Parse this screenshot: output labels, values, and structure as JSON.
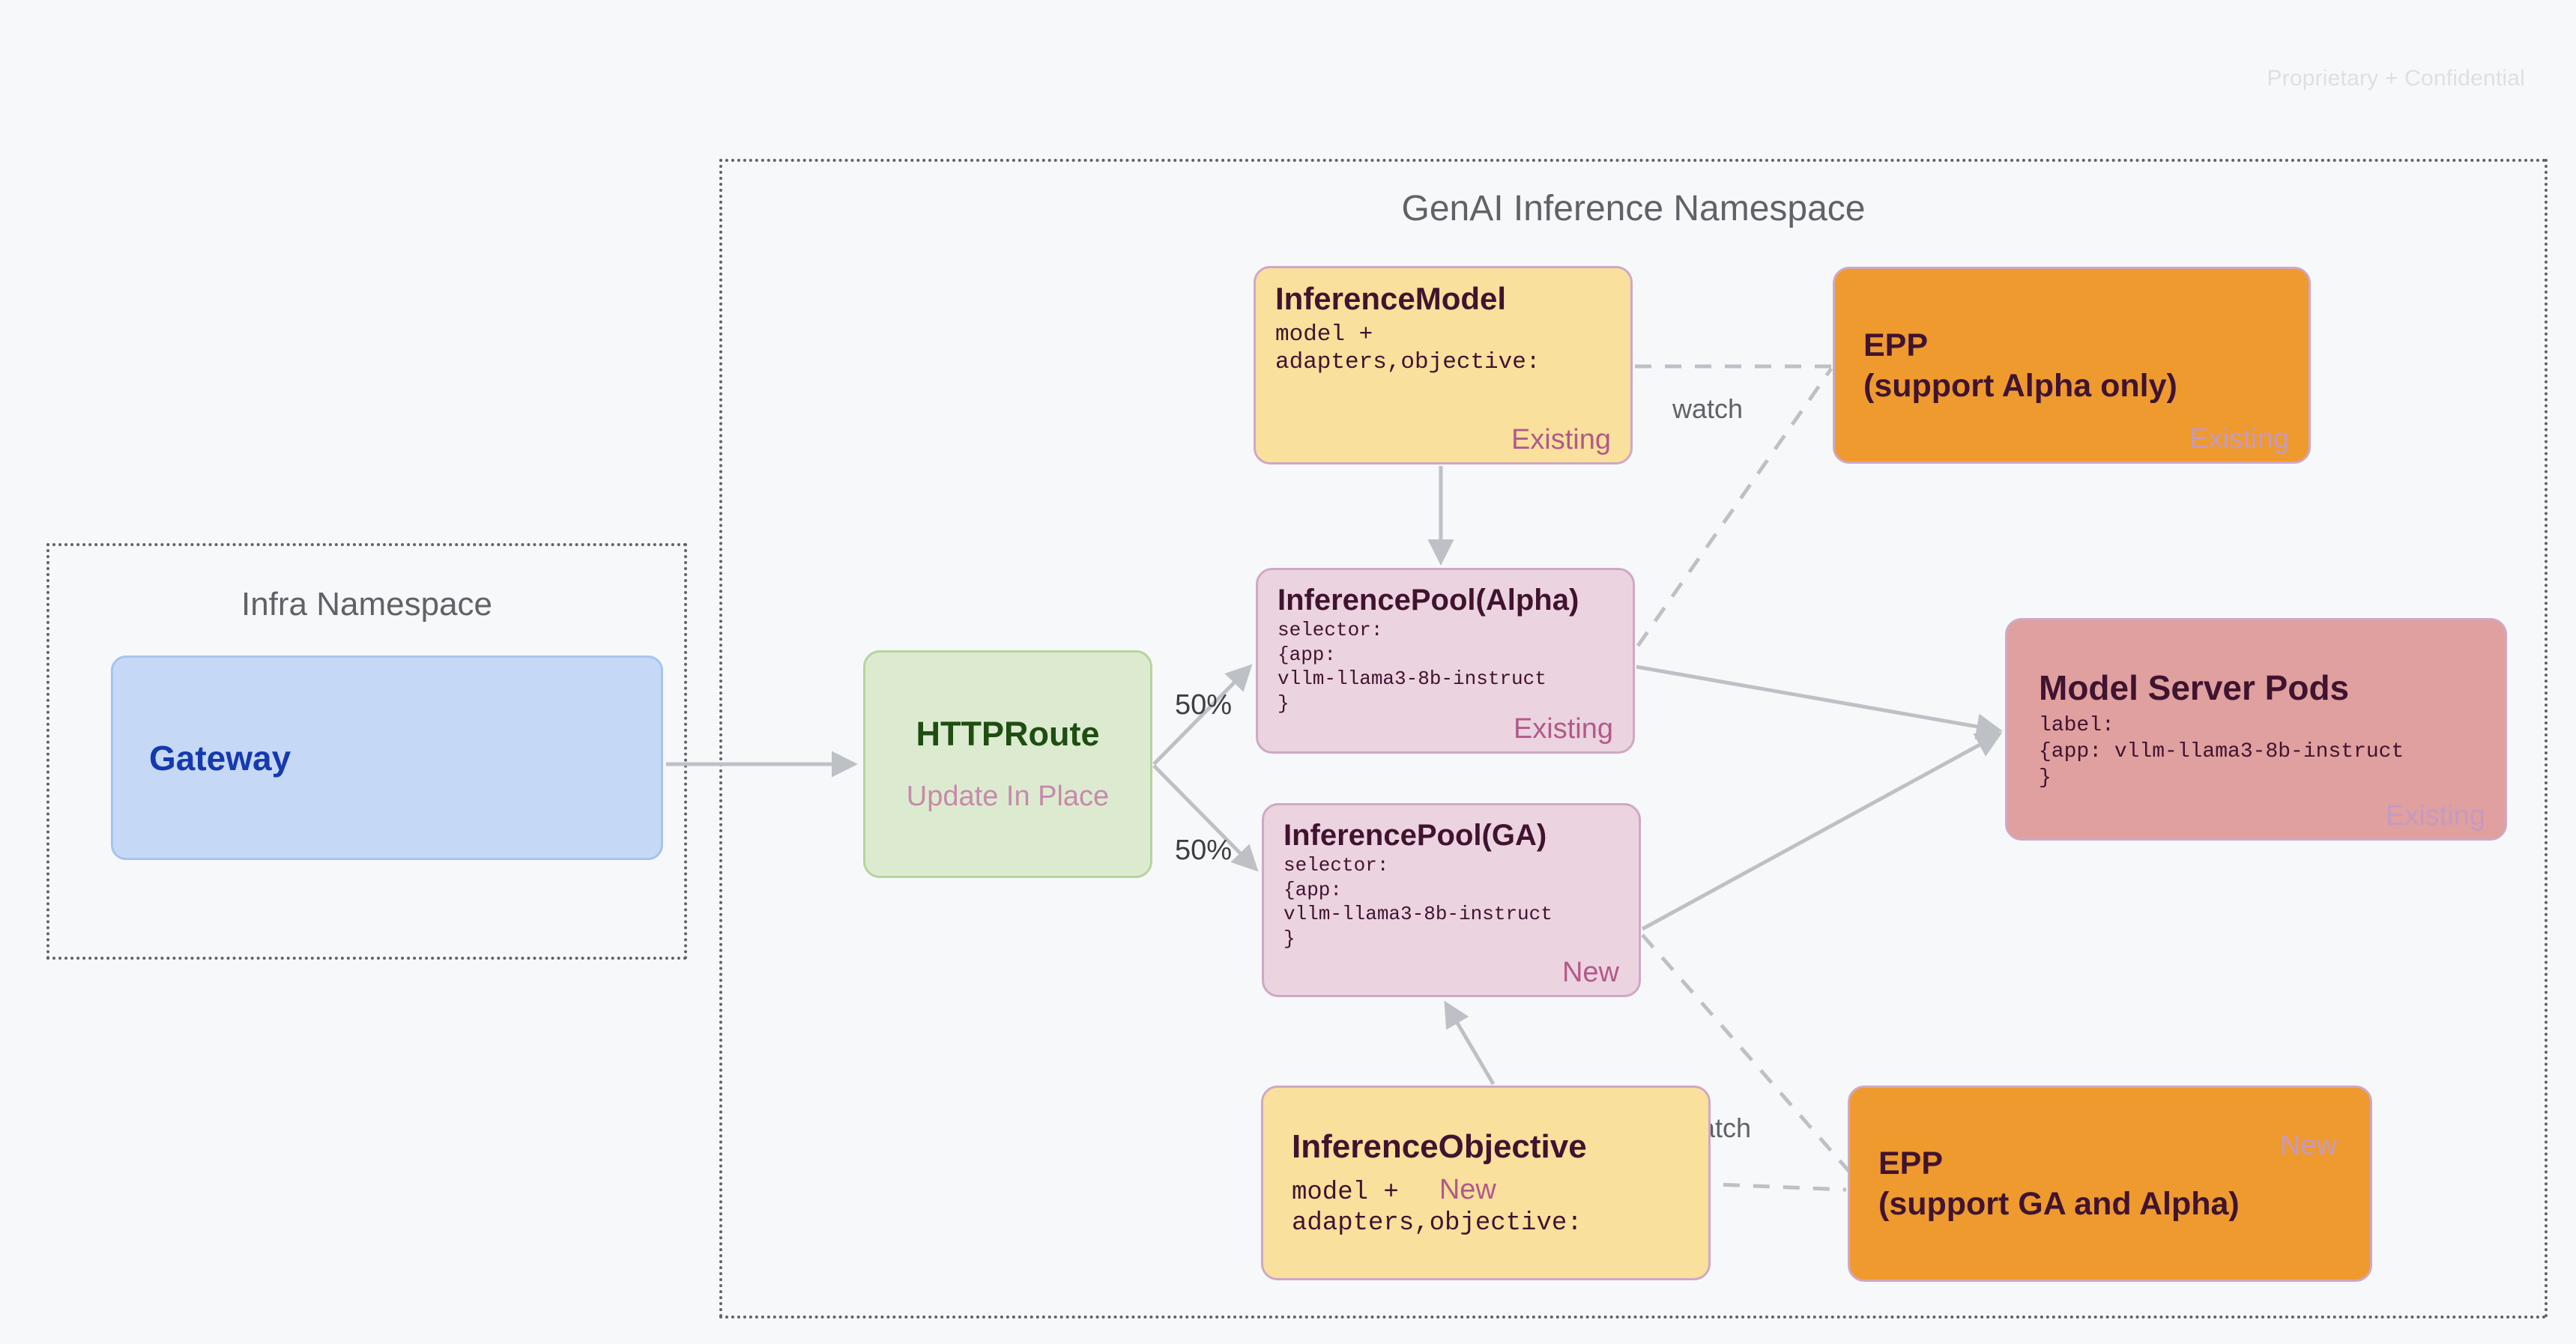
{
  "slide": {
    "watermark": "Proprietary + Confidential",
    "background_color": "#f7f8fa"
  },
  "namespaces": [
    {
      "id": "infra",
      "title": "Infra Namespace"
    },
    {
      "id": "genai",
      "title": "GenAI Inference Namespace"
    }
  ],
  "nodes": {
    "gateway": {
      "title": "Gateway",
      "fill": "#c5d9f7",
      "text_color": "#1639b0"
    },
    "httproute": {
      "title": "HTTPRoute",
      "subtitle": "Update In Place",
      "fill": "#dcebd0",
      "text_color": "#1f4d12",
      "subtitle_color": "#c78aaa"
    },
    "inference_model": {
      "title": "InferenceModel",
      "body": "model +\nadapters,objective:",
      "status": "Existing",
      "fill": "#f9e09c"
    },
    "epp_alpha": {
      "title_line1": "EPP",
      "title_line2": "(support Alpha only)",
      "status": "Existing",
      "fill": "#ee9a2e"
    },
    "pool_alpha": {
      "title": "InferencePool(Alpha)",
      "body": "selector:\n{app:\nvllm-llama3-8b-instruct\n}",
      "status": "Existing",
      "fill": "#ecd3e0"
    },
    "pool_ga": {
      "title": "InferencePool(GA)",
      "body": "selector:\n{app:\nvllm-llama3-8b-instruct\n}",
      "status": "New",
      "fill": "#ecd3e0"
    },
    "model_server_pods": {
      "title": "Model Server Pods",
      "body": "label:\n{app: vllm-llama3-8b-instruct\n}",
      "status": "Existing",
      "fill": "#e0a0a0"
    },
    "inference_objective": {
      "title": "InferenceObjective",
      "body_line1": "model +",
      "body_line2": "adapters,objective:",
      "status": "New",
      "fill": "#f9e09c"
    },
    "epp_ga": {
      "title_line1": "EPP",
      "title_line2": "(support GA and Alpha)",
      "status": "New",
      "fill": "#ee9a2e"
    }
  },
  "edges": {
    "split_top_label": "50%",
    "split_bottom_label": "50%",
    "watch_top_label": "watch",
    "watch_bottom_label": "watch",
    "line_color": "#bdc1c6"
  }
}
